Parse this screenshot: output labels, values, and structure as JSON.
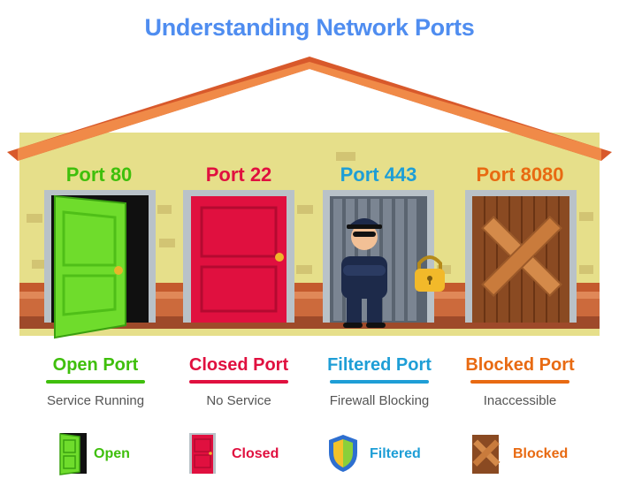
{
  "title": "Understanding Network Ports",
  "ports": [
    {
      "number": "Port 80",
      "status": "Open Port",
      "description": "Service Running",
      "color": "#3fbf0c"
    },
    {
      "number": "Port 22",
      "status": "Closed Port",
      "description": "No Service",
      "color": "#e0103f"
    },
    {
      "number": "Port 443",
      "status": "Filtered Port",
      "description": "Firewall Blocking",
      "color": "#1e9ed6"
    },
    {
      "number": "Port 8080",
      "status": "Blocked Port",
      "description": "Inaccessible",
      "color": "#e86a12"
    }
  ],
  "legend": [
    {
      "label": "Open",
      "icon": "open-door-icon",
      "color": "#3fbf0c"
    },
    {
      "label": "Closed",
      "icon": "closed-door-icon",
      "color": "#e0103f"
    },
    {
      "label": "Filtered",
      "icon": "shield-icon",
      "color": "#1e9ed6"
    },
    {
      "label": "Blocked",
      "icon": "boarded-door-icon",
      "color": "#e86a12"
    }
  ]
}
